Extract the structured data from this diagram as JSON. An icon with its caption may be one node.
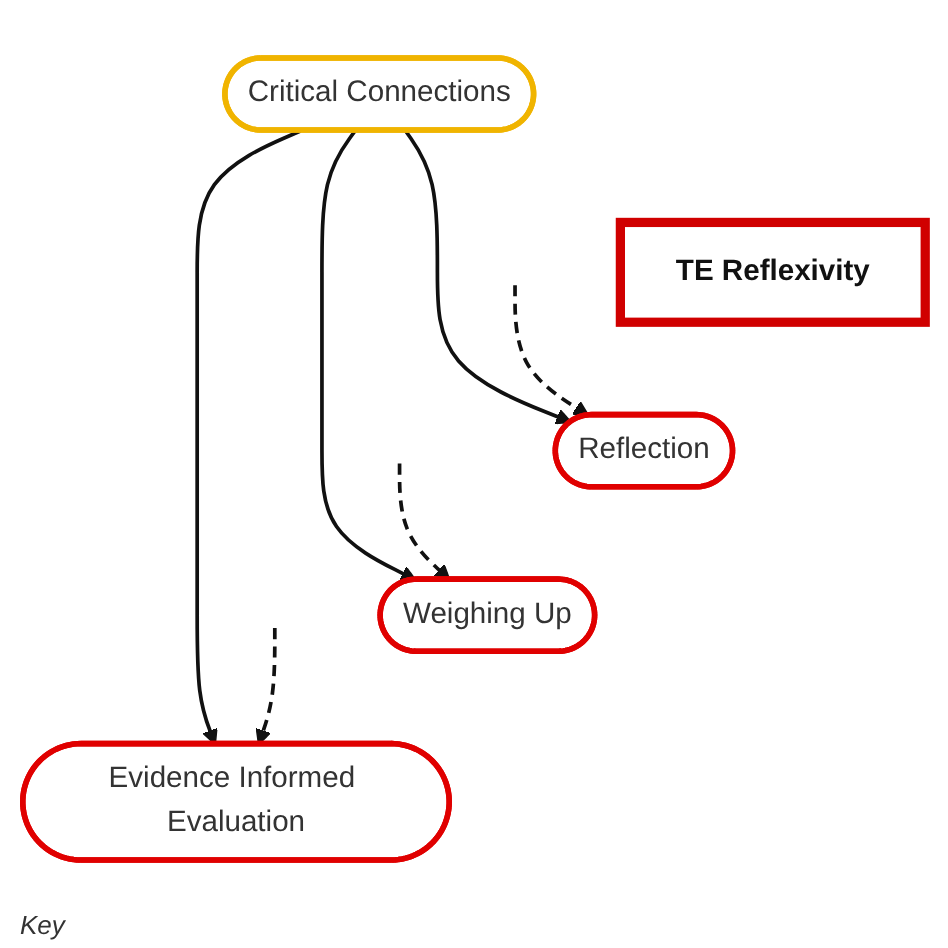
{
  "diagram": {
    "nodes": [
      {
        "text": [
          "Critical Connections"
        ]
      },
      {
        "text": [
          "TE Reflexivity"
        ]
      },
      {
        "text": [
          "Reflection"
        ]
      },
      {
        "text": [
          "Weighing Up"
        ]
      },
      {
        "text": [
          "Evidence Informed Evaluation"
        ]
      }
    ],
    "edges": [
      {
        "from": 0,
        "to": 2,
        "arrow": "to"
      },
      {
        "from": 0,
        "to": 3,
        "arrow": "to"
      },
      {
        "from": 0,
        "to": 4,
        "arrow": "to"
      },
      {
        "from": null,
        "to": 2,
        "arrow": "to",
        "style": "dashed"
      },
      {
        "from": null,
        "to": 3,
        "arrow": "to",
        "style": "dashed"
      },
      {
        "from": null,
        "to": 4,
        "arrow": "to",
        "style": "dashed"
      }
    ],
    "labels": [
      "Key"
    ]
  }
}
